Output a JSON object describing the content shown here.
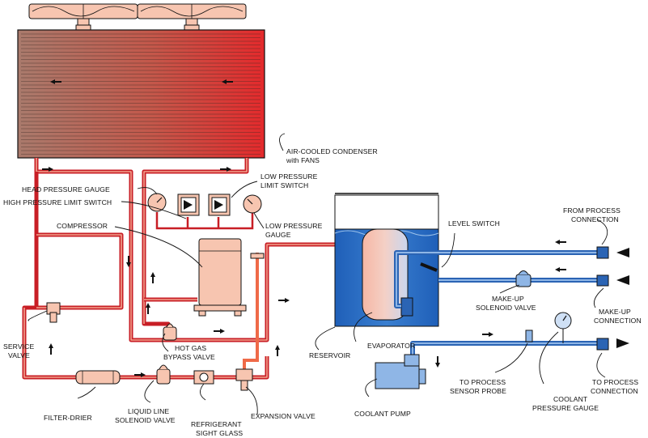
{
  "colors": {
    "refrigerant_hot": "#c81e25",
    "refrigerant_light": "#f4b9a6",
    "water": "#2d6fc4",
    "water_light": "#8fb6e6",
    "component": "#f7c5b0",
    "outline": "#111111"
  },
  "labels": {
    "condenser": [
      "AIR-COOLED CONDENSER",
      "with FANS"
    ],
    "head_gauge": [
      "HEAD PRESSURE GAUGE"
    ],
    "hp_switch": [
      "HIGH PRESSURE LIMIT SWITCH"
    ],
    "lp_switch": [
      "LOW PRESSURE",
      "LIMIT SWITCH"
    ],
    "lp_gauge": [
      "LOW PRESSURE",
      "GAUGE"
    ],
    "compressor": [
      "COMPRESSOR"
    ],
    "service_valve": [
      "SERVICE",
      "VALVE"
    ],
    "hot_gas": [
      "HOT GAS",
      "BYPASS VALVE"
    ],
    "filter_drier": [
      "FILTER-DRIER"
    ],
    "liquid_line": [
      "LIQUID LINE",
      "SOLENOID VALVE"
    ],
    "sight_glass": [
      "REFRIGERANT",
      "SIGHT GLASS"
    ],
    "expansion_valve": [
      "EXPANSION VALVE"
    ],
    "reservoir": [
      "RESERVOIR"
    ],
    "evaporator": [
      "EVAPORATOR"
    ],
    "coolant_pump": [
      "COOLANT PUMP"
    ],
    "level_switch": [
      "LEVEL SWITCH"
    ],
    "from_process": [
      "FROM PROCESS",
      "CONNECTION"
    ],
    "makeup_valve": [
      "MAKE-UP",
      "SOLENOID VALVE"
    ],
    "makeup_conn": [
      "MAKE-UP",
      "CONNECTION"
    ],
    "sensor_probe": [
      "TO PROCESS",
      "SENSOR PROBE"
    ],
    "coolant_gauge": [
      "COOLANT",
      "PRESSURE GAUGE"
    ],
    "to_process": [
      "TO PROCESS",
      "CONNECTION"
    ]
  }
}
